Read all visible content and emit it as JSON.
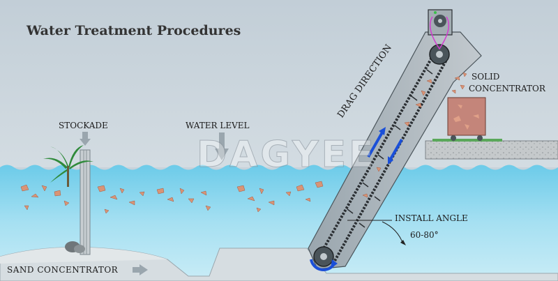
{
  "title": "Water Treatment Procedures",
  "labels": {
    "stockade": "STOCKADE",
    "water_level": "WATER LEVEL",
    "solid_concentrator_line1": "SOLID",
    "solid_concentrator_line2": "CONCENTRATOR",
    "drag_direction": "DRAG DIRECTION",
    "install_angle": "INSTALL ANGLE",
    "angle_range": "60-80°",
    "sand_concentrator": "SAND  CONCENTRATOR"
  },
  "watermark": "DAGYEE",
  "colors": {
    "sky": "#c9d4dc",
    "water": "#7fd0ea",
    "water_deep": "#a9e2f3",
    "debris": "#d99476",
    "concrete": "#c8ccce",
    "machine_frame": "#8e9aa3",
    "drag_arrow": "#1a4fd8",
    "collector_box": "#c4857a"
  },
  "icons": {
    "stockade_arrow": "down-arrow-icon",
    "water_level_arrow": "down-arrow-icon",
    "sand_arrow": "right-arrow-icon",
    "rotation_arrow": "rotate-arrow-icon"
  }
}
